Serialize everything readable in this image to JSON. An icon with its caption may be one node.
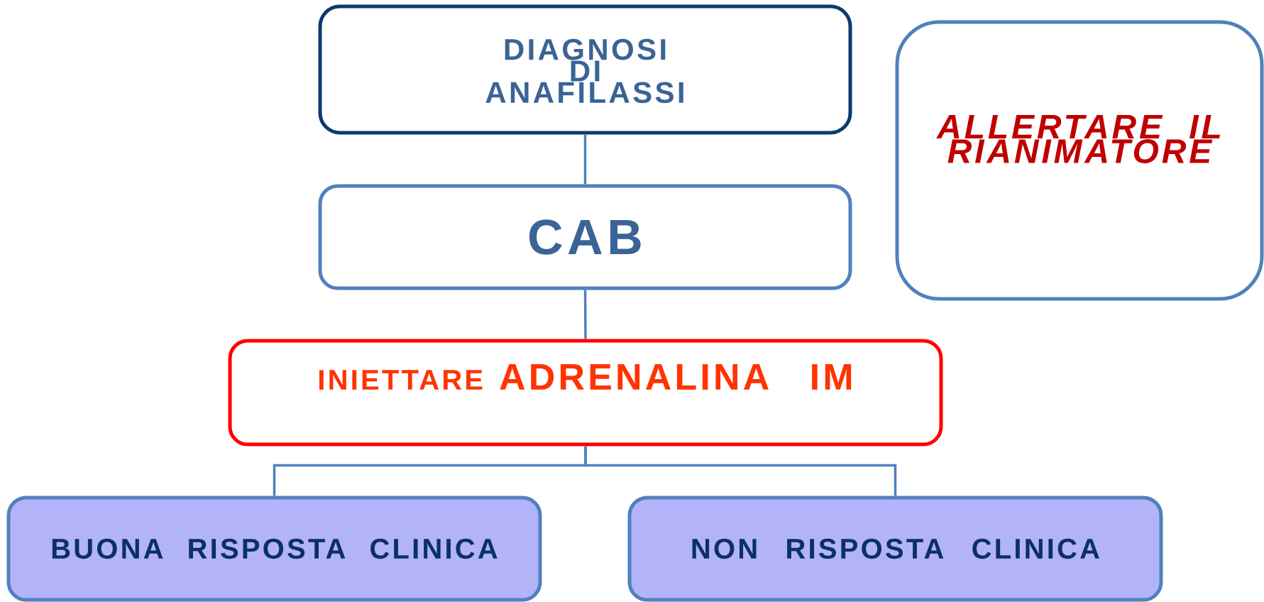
{
  "diagram": {
    "nodes": [
      {
        "text": [
          "DIAGNOSI DI ANAFILASSI"
        ]
      },
      {
        "text": [
          "CAB"
        ]
      },
      {
        "text": [
          "INIETTARE",
          "ADRENALINA IM"
        ]
      },
      {
        "text": [
          "BUONA RISPOSTA CLINICA"
        ]
      },
      {
        "text": [
          "NON RISPOSTA CLINICA"
        ]
      },
      {
        "text": [
          "ALLERTARE IL RIANIMATORE"
        ]
      }
    ],
    "edges": [
      {
        "from": 0,
        "to": 1,
        "arrow": "none"
      },
      {
        "from": 1,
        "to": 2,
        "arrow": "none"
      },
      {
        "from": 2,
        "to": 3,
        "arrow": "none"
      },
      {
        "from": 2,
        "to": 4,
        "arrow": "none"
      }
    ]
  }
}
